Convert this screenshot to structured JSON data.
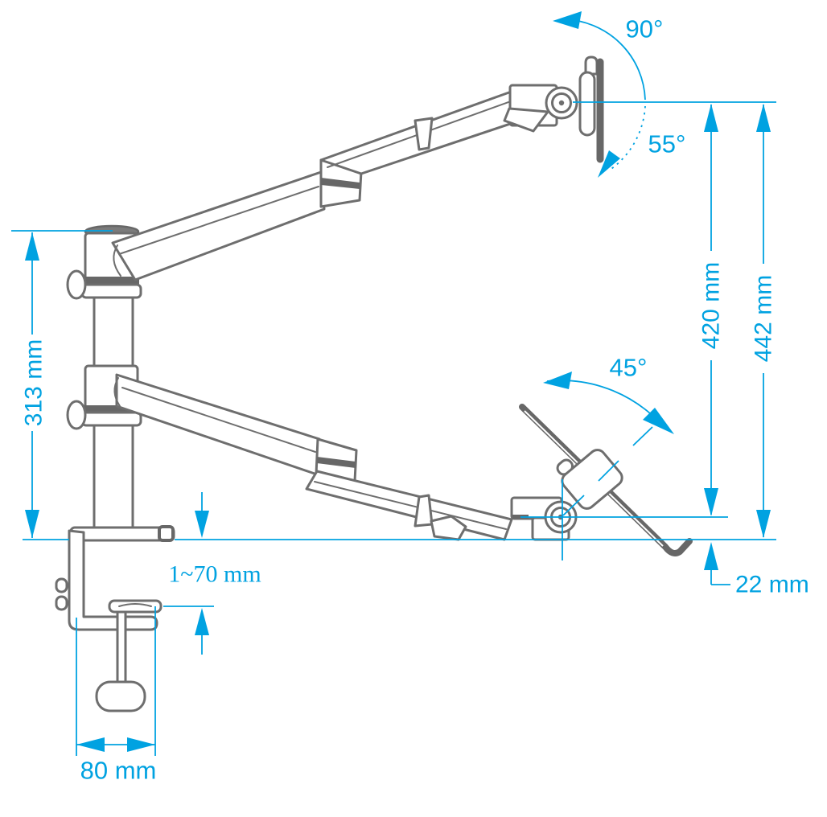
{
  "diagram": {
    "type": "technical-dimension-drawing",
    "subject": "desk-clamp dual articulated arm mount (side view)"
  },
  "colors": {
    "dimension_accent": "#00a2e1",
    "line_art": "#6e6e6e",
    "dark_fill": "#676767",
    "background": "#ffffff"
  },
  "dimensions": {
    "monitor_tilt_up": "90°",
    "monitor_tilt_down": "55°",
    "tray_tilt": "45°",
    "height_to_tray_pivot": "420 mm",
    "height_to_monitor_pivot": "442 mm",
    "pole_height": "313 mm",
    "pivot_offset": "22 mm",
    "clamp_opening_range": "1~70 mm",
    "clamp_depth": "80 mm"
  }
}
